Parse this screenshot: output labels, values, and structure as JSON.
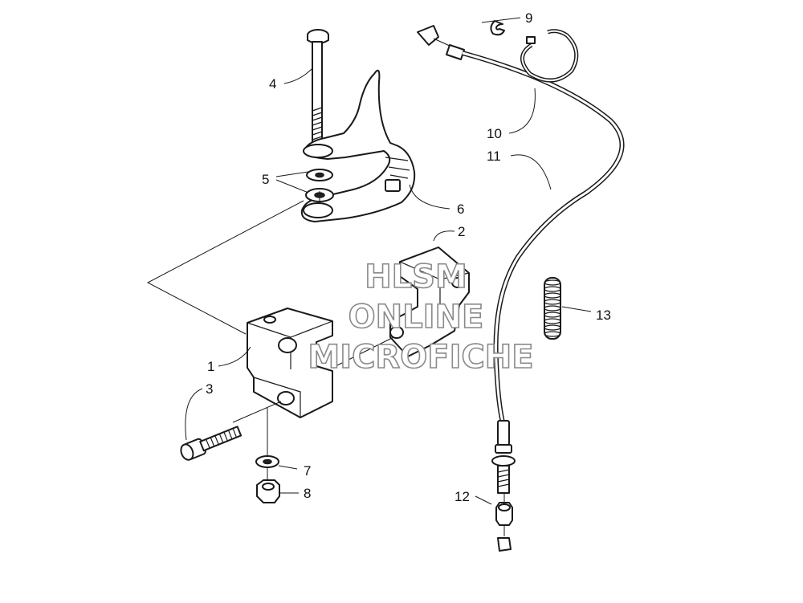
{
  "watermark": {
    "line1": "HLSM",
    "line2": "ONLINE",
    "line3": "MICROFICHE"
  },
  "callouts": {
    "c1": "1",
    "c2": "2",
    "c3": "3",
    "c4": "4",
    "c5": "5",
    "c6": "6",
    "c7": "7",
    "c8": "8",
    "c9": "9",
    "c10": "10",
    "c11": "11",
    "c12": "12",
    "c13": "13"
  },
  "colors": {
    "line": "#1a1a1a",
    "watermark_outline": "#8a8a8a",
    "background": "#ffffff"
  }
}
